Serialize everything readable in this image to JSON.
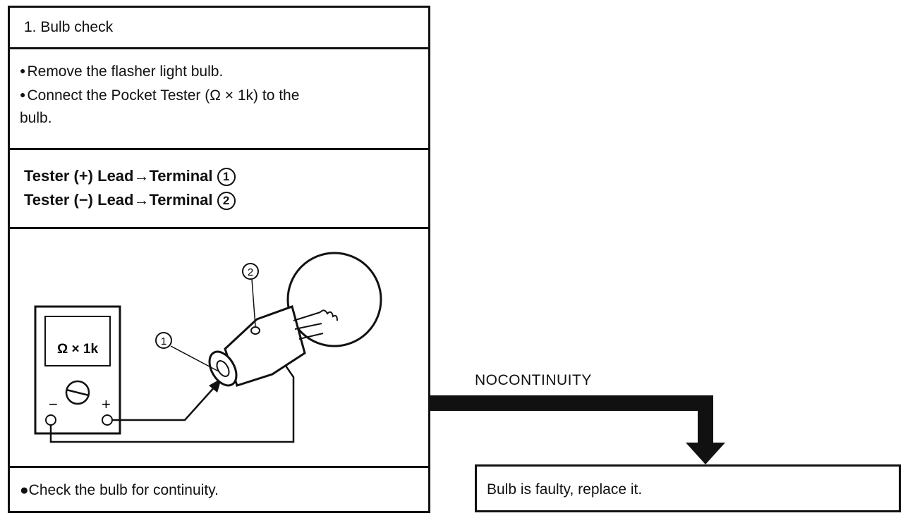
{
  "title": "1. Bulb check",
  "steps": {
    "step1": "Remove the flasher light bulb.",
    "step2": "Connect the Pocket Tester (Ω × 1k) to the",
    "step2_cont": "bulb.",
    "bullet": "●"
  },
  "tester": {
    "line1": "Tester (+) Lead→Terminal",
    "line1_terminal": "1",
    "line2": "Tester (−) Lead→Terminal",
    "line2_terminal": "2"
  },
  "diagram": {
    "meter_scale": "Ω × 1k",
    "minus_symbol": "−",
    "plus_symbol": "+",
    "terminal_1": "1",
    "terminal_2": "2"
  },
  "check": "●Check the bulb for continuity.",
  "result": {
    "label": "NOCONTINUITY",
    "text": "Bulb is faulty, replace it."
  }
}
